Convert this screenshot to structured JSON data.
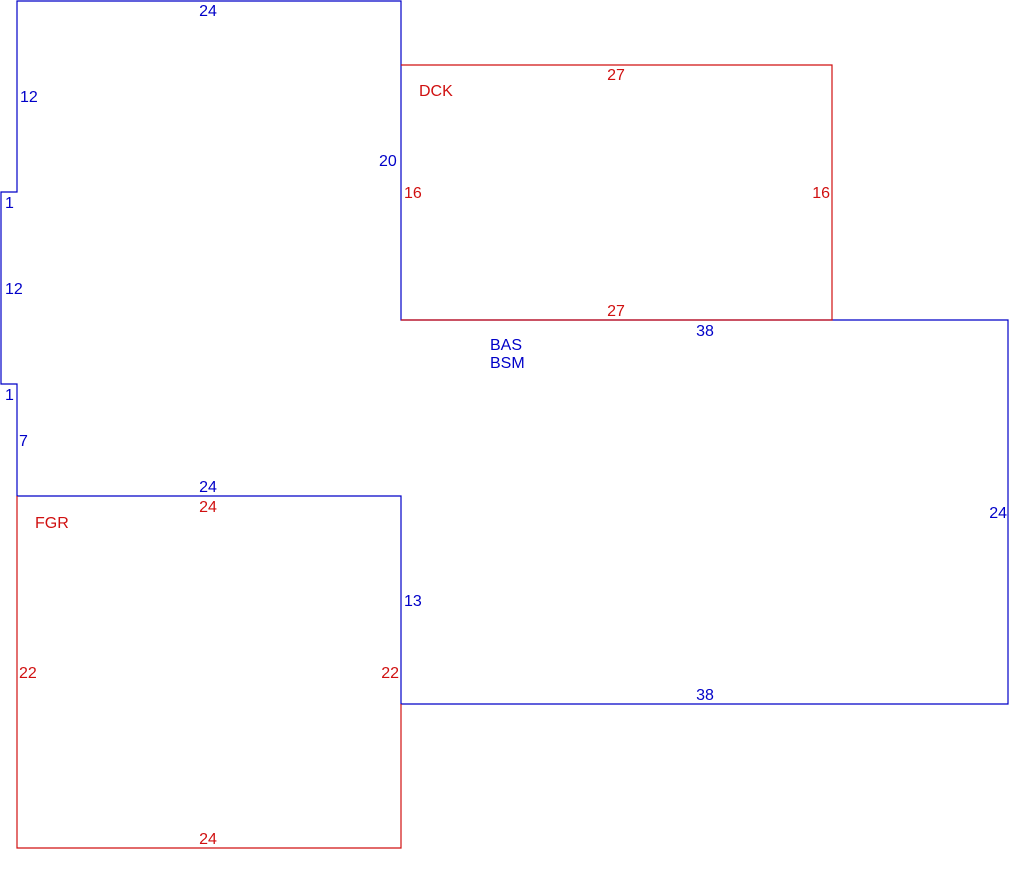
{
  "colors": {
    "main_area": "#0000c8",
    "sub_area": "#d01010"
  },
  "areas": {
    "main": {
      "labels": [
        "BAS",
        "BSM"
      ],
      "dims": {
        "top_left": "24",
        "left_upper": "12",
        "jog_upper": "1",
        "left_middle": "12",
        "jog_lower": "1",
        "left_lower": "7",
        "above_garage": "24",
        "deck_side": "20",
        "garage_side": "13",
        "east_top": "38",
        "east_right": "24",
        "east_bottom": "38"
      }
    },
    "deck": {
      "label": "DCK",
      "dims": {
        "top": "27",
        "left": "16",
        "right": "16",
        "bottom": "27"
      }
    },
    "garage": {
      "label": "FGR",
      "dims": {
        "top": "24",
        "left": "22",
        "right": "22",
        "bottom": "24"
      }
    }
  }
}
